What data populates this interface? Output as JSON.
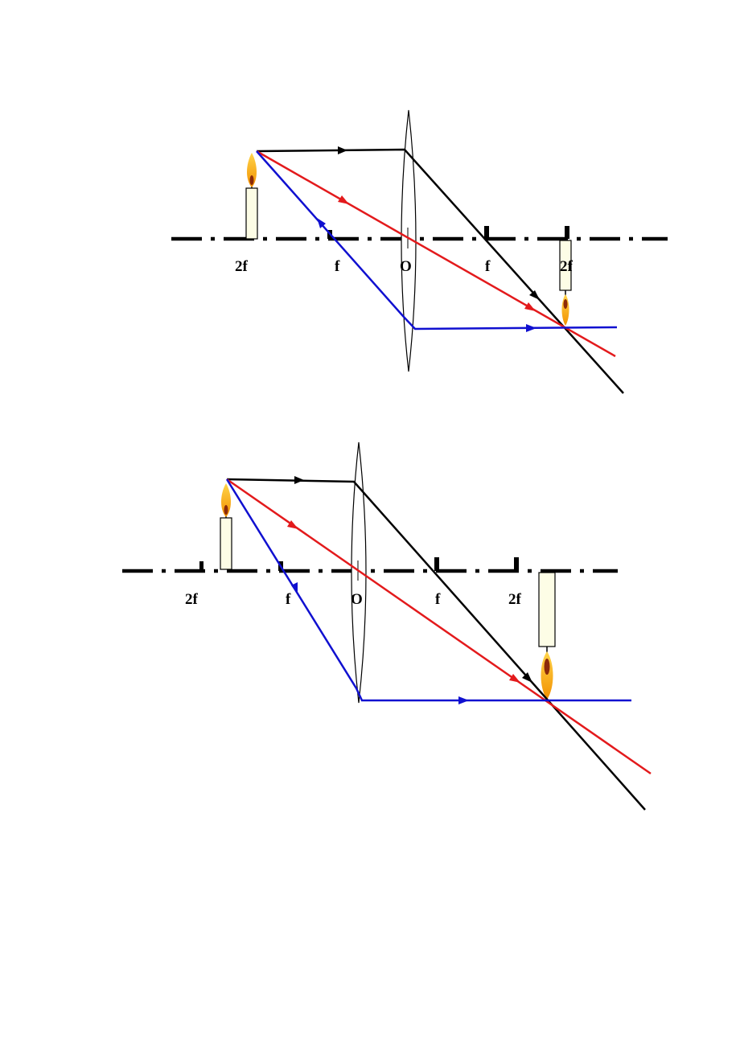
{
  "colors": {
    "axis": "#000000",
    "ray_parallel": "#000000",
    "ray_center": "#e31a1c",
    "ray_focal": "#1010d0",
    "candle_body": "#fdfde6",
    "flame_outer": "#f7a81b",
    "flame_inner": "#8b2a0a"
  },
  "diagram_top": {
    "labels": {
      "two_f_left": "2f",
      "f_left": "f",
      "center": "O",
      "f_right": "f",
      "two_f_right": "2f"
    }
  },
  "diagram_bottom": {
    "labels": {
      "two_f_left": "2f",
      "f_left": "f",
      "center": "O",
      "f_right": "f",
      "two_f_right": "2f"
    }
  }
}
